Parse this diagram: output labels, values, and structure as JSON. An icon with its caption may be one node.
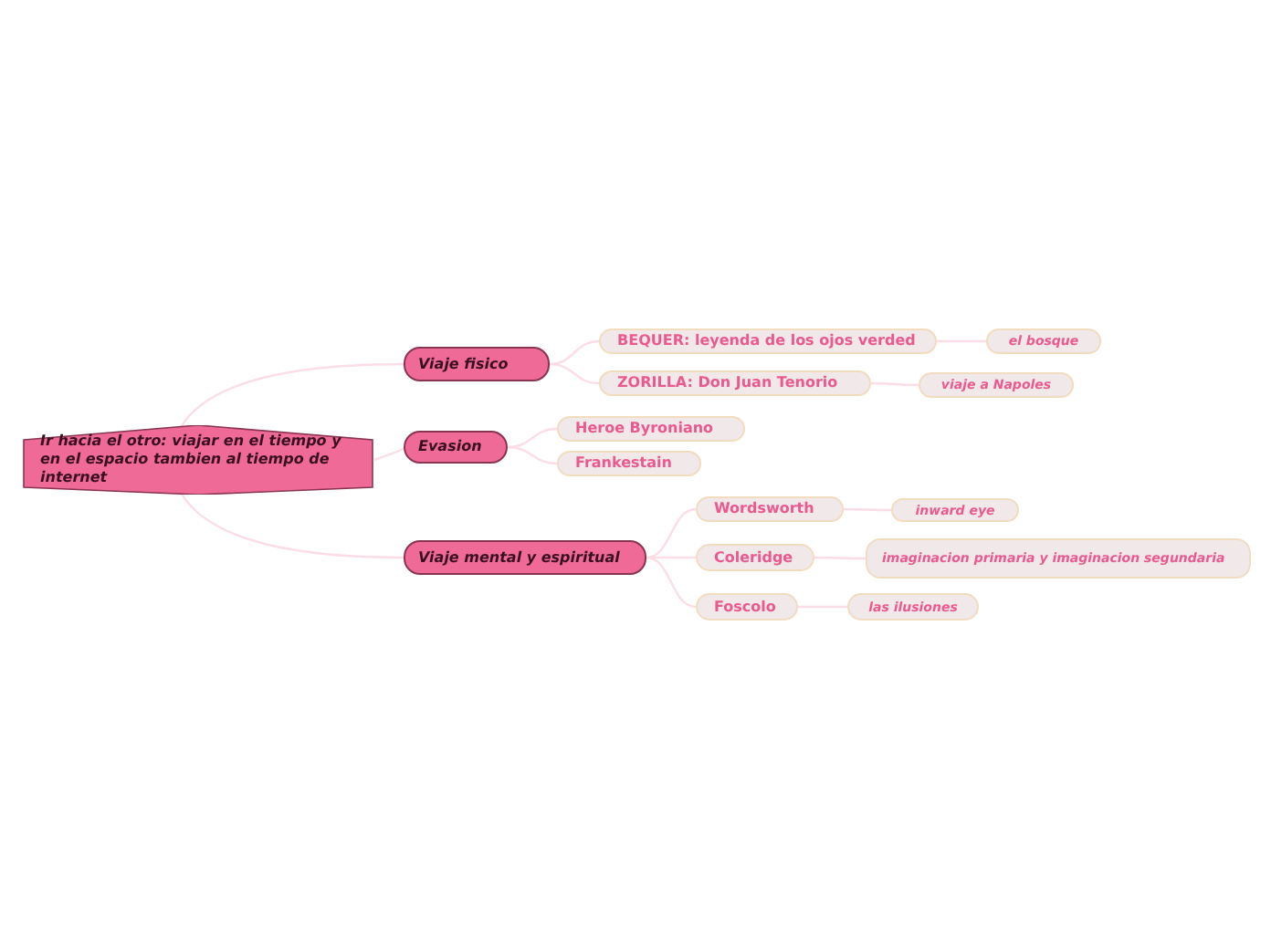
{
  "diagram": {
    "nodes": [
      {
        "text": [
          "Ir hacia el otro: viajar en el tiempo y en el espacio tambien al tiempo de internet"
        ]
      },
      {
        "text": [
          "Viaje fisico"
        ]
      },
      {
        "text": [
          "BEQUER: leyenda de los ojos verded"
        ]
      },
      {
        "text": [
          "el bosque"
        ]
      },
      {
        "text": [
          "ZORILLA: Don Juan Tenorio"
        ]
      },
      {
        "text": [
          "viaje a Napoles"
        ]
      },
      {
        "text": [
          "Evasion"
        ]
      },
      {
        "text": [
          "Heroe Byroniano"
        ]
      },
      {
        "text": [
          "Frankestain"
        ]
      },
      {
        "text": [
          "Viaje mental y espiritual"
        ]
      },
      {
        "text": [
          "Wordsworth"
        ]
      },
      {
        "text": [
          "inward eye"
        ]
      },
      {
        "text": [
          "Coleridge"
        ]
      },
      {
        "text": [
          "imaginacion primaria y imaginacion segundaria"
        ]
      },
      {
        "text": [
          "Foscolo"
        ]
      },
      {
        "text": [
          "las ilusiones"
        ]
      }
    ],
    "edges": [
      {
        "from": 0,
        "to": 1,
        "arrow": "none"
      },
      {
        "from": 0,
        "to": 6,
        "arrow": "none"
      },
      {
        "from": 0,
        "to": 9,
        "arrow": "none"
      },
      {
        "from": 1,
        "to": 2,
        "arrow": "none"
      },
      {
        "from": 1,
        "to": 4,
        "arrow": "none"
      },
      {
        "from": 2,
        "to": 3,
        "arrow": "none"
      },
      {
        "from": 4,
        "to": 5,
        "arrow": "none"
      },
      {
        "from": 6,
        "to": 7,
        "arrow": "none"
      },
      {
        "from": 6,
        "to": 8,
        "arrow": "none"
      },
      {
        "from": 9,
        "to": 10,
        "arrow": "none"
      },
      {
        "from": 9,
        "to": 12,
        "arrow": "none"
      },
      {
        "from": 9,
        "to": 14,
        "arrow": "none"
      },
      {
        "from": 10,
        "to": 11,
        "arrow": "none"
      },
      {
        "from": 12,
        "to": 13,
        "arrow": "none"
      },
      {
        "from": 14,
        "to": 15,
        "arrow": "none"
      }
    ]
  }
}
